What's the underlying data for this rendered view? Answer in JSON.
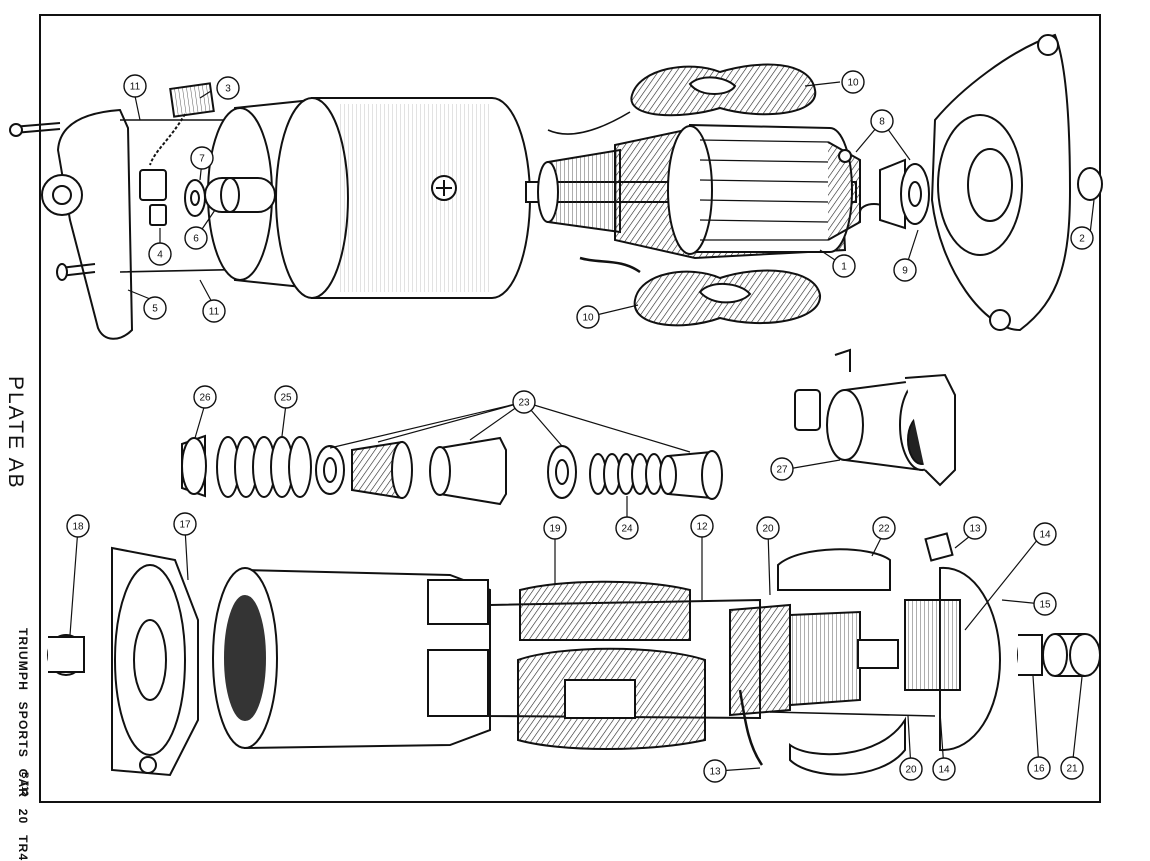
{
  "plate": {
    "title": "PLATE AB",
    "footer": "TRIUMPH SPORTS CAR 20 TR4",
    "code": "B 712"
  },
  "callouts": [
    {
      "label": "11"
    },
    {
      "label": "3"
    },
    {
      "label": "7"
    },
    {
      "label": "6"
    },
    {
      "label": "4"
    },
    {
      "label": "5"
    },
    {
      "label": "11"
    },
    {
      "label": "10"
    },
    {
      "label": "8"
    },
    {
      "label": "2"
    },
    {
      "label": "9"
    },
    {
      "label": "1"
    },
    {
      "label": "10"
    },
    {
      "label": "26"
    },
    {
      "label": "25"
    },
    {
      "label": "23"
    },
    {
      "label": "24"
    },
    {
      "label": "27"
    },
    {
      "label": "18"
    },
    {
      "label": "17"
    },
    {
      "label": "19"
    },
    {
      "label": "12"
    },
    {
      "label": "20"
    },
    {
      "label": "22"
    },
    {
      "label": "13"
    },
    {
      "label": "14"
    },
    {
      "label": "15"
    },
    {
      "label": "16"
    },
    {
      "label": "21"
    },
    {
      "label": "14"
    },
    {
      "label": "20"
    },
    {
      "label": "13"
    }
  ]
}
